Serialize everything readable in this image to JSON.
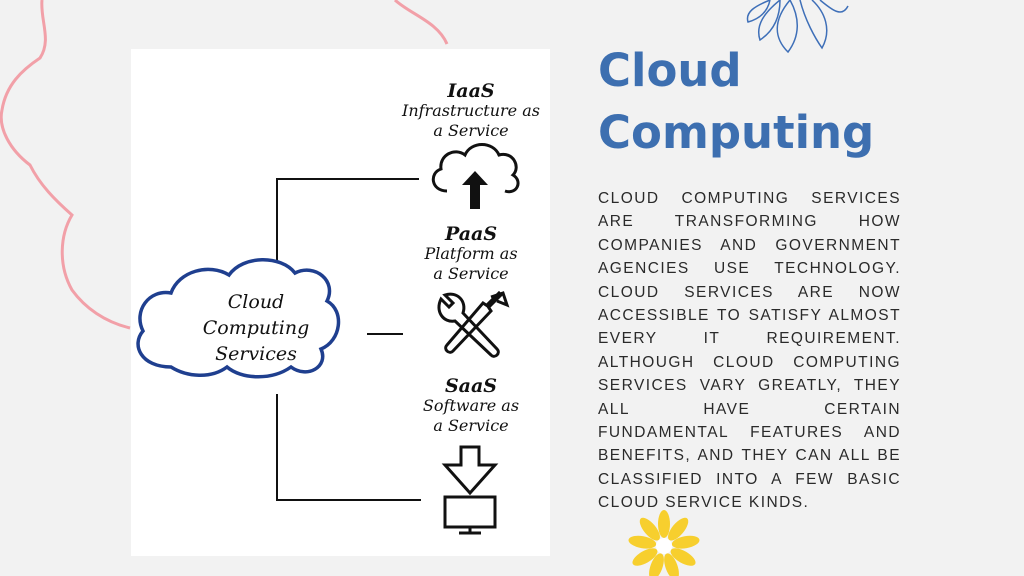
{
  "slide": {
    "title_line1": "Cloud",
    "title_line2": "Computing",
    "body": "CLOUD COMPUTING SERVICES ARE TRANSFORMING HOW COMPANIES AND GOVERNMENT AGENCIES USE TECHNOLOGY. CLOUD SERVICES ARE NOW ACCESSIBLE TO SATISFY ALMOST EVERY IT REQUIREMENT. ALTHOUGH CLOUD COMPUTING SERVICES VARY GREATLY, THEY ALL HAVE CERTAIN FUNDAMENTAL FEATURES AND BENEFITS, AND THEY CAN ALL BE CLASSIFIED INTO A FEW BASIC CLOUD SERVICE KINDS.",
    "colors": {
      "title": "#3d6fb0",
      "cloud_outline": "#1f3f8f",
      "deco_pink": "#f2a0a8",
      "deco_blue": "#3e6fb8",
      "deco_yellow": "#f7cf2e"
    }
  },
  "diagram": {
    "center": {
      "line1": "Cloud",
      "line2": "Computing",
      "line3": "Services"
    },
    "services": [
      {
        "title": "IaaS",
        "line1": "Infrastructure as",
        "line2": "a Service",
        "icon": "cloud-upload-icon"
      },
      {
        "title": "PaaS",
        "line1": "Platform as",
        "line2": "a Service",
        "icon": "wrench-screwdriver-icon"
      },
      {
        "title": "SaaS",
        "line1": "Software as",
        "line2": "a Service",
        "icon": "download-monitor-icon"
      }
    ]
  }
}
